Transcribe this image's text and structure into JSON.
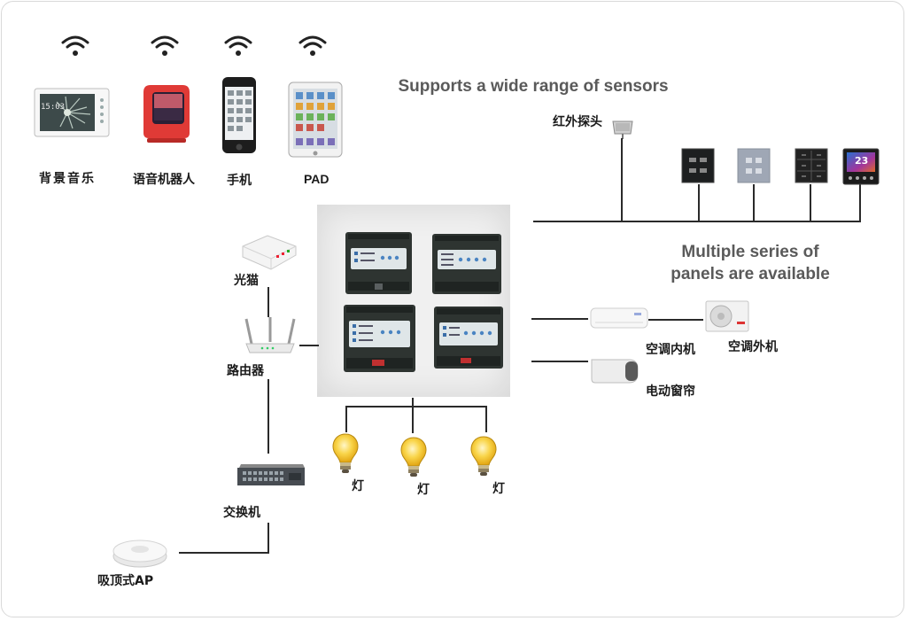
{
  "headline_sensors": "Supports a wide range of sensors",
  "headline_panels": "Multiple series of panels are available",
  "devices": {
    "music": "背景音乐",
    "robot": "语音机器人",
    "phone": "手机",
    "pad": "PAD",
    "modem": "光猫",
    "router": "路由器",
    "switch": "交换机",
    "ap": "吸顶式AP",
    "ir_probe": "红外探头",
    "ac_indoor": "空调内机",
    "ac_outdoor": "空调外机",
    "curtain": "电动窗帘",
    "lamp1": "灯",
    "lamp2": "灯",
    "lamp3": "灯"
  },
  "screens": {
    "music_clock": "15:03",
    "thermostat": "23"
  },
  "icons": [
    "wifi-icon",
    "lightbulb-icon",
    "router-icon",
    "switch-icon"
  ],
  "colors": {
    "line": "#2a2a2a",
    "headline": "#5a5a5a",
    "module_body": "#2e3431",
    "module_face": "#dfe6e8",
    "robot_red": "#e03a36",
    "bulb_yellow": "#f4c21c"
  }
}
